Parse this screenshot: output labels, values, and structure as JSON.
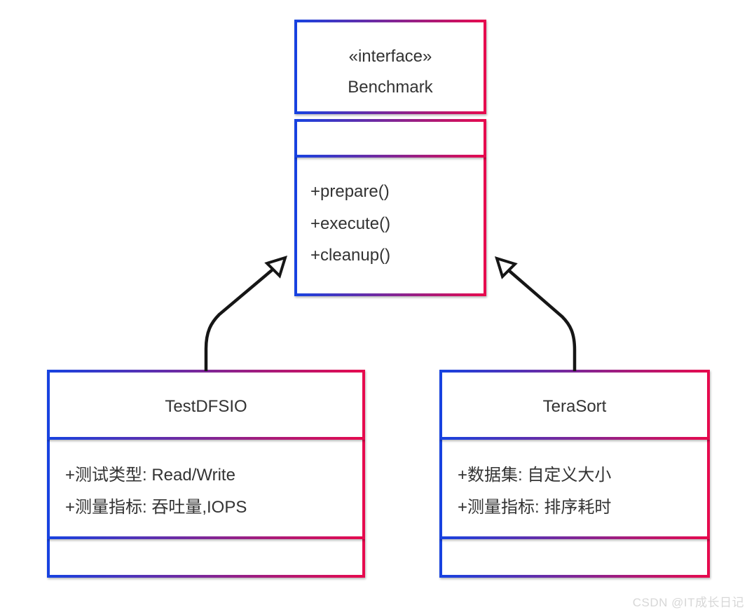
{
  "diagram": {
    "type": "uml-class-diagram",
    "interface": {
      "stereotype": "«interface»",
      "name": "Benchmark",
      "attributes": [],
      "methods": [
        "+prepare()",
        "+execute()",
        "+cleanup()"
      ]
    },
    "classes": [
      {
        "name": "TestDFSIO",
        "attributes": [
          "+测试类型: Read/Write",
          "+测量指标: 吞吐量,IOPS"
        ],
        "methods": []
      },
      {
        "name": "TeraSort",
        "attributes": [
          "+数据集: 自定义大小",
          "+测量指标: 排序耗时"
        ],
        "methods": []
      }
    ],
    "relationships": [
      {
        "from": "TestDFSIO",
        "to": "Benchmark",
        "type": "realization"
      },
      {
        "from": "TeraSort",
        "to": "Benchmark",
        "type": "realization"
      }
    ],
    "colors": {
      "border_gradient_start": "#1742e0",
      "border_gradient_end": "#e60a4e",
      "text": "#333333",
      "arrow": "#161616",
      "watermark": "#d7d7d7",
      "background": "#ffffff"
    },
    "watermark": "CSDN @IT成长日记"
  }
}
